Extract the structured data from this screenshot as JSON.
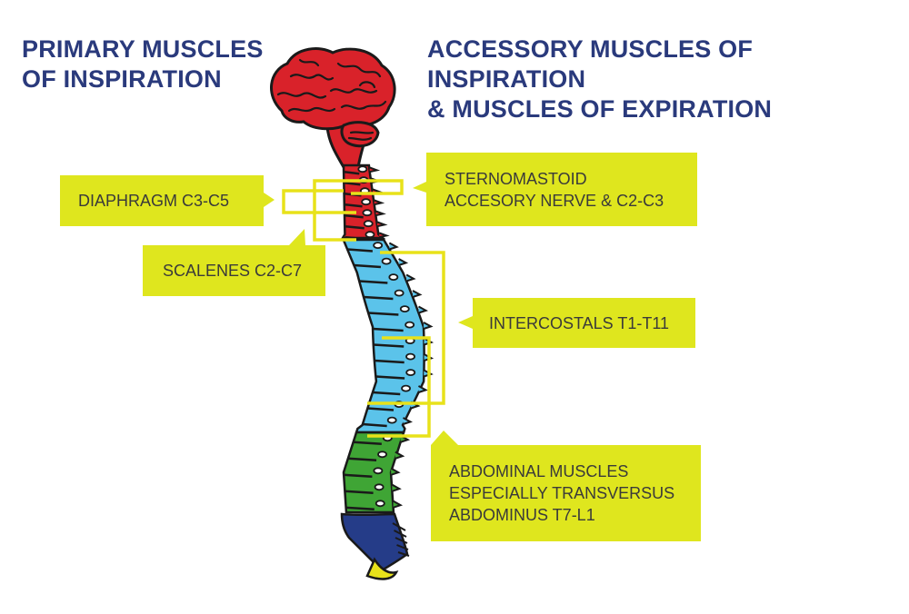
{
  "headings": {
    "primary": [
      "PRIMARY MUSCLES",
      "OF INSPIRATION"
    ],
    "accessory": [
      "ACCESSORY MUSCLES OF INSPIRATION",
      "& MUSCLES OF EXPIRATION"
    ]
  },
  "callouts": {
    "diaphragm": [
      "DIAPHRAGM C3-C5"
    ],
    "scalenes": [
      "SCALENES C2-C7"
    ],
    "sternomastoid": [
      "STERNOMASTOID",
      "ACCESORY NERVE & C2-C3"
    ],
    "intercostals": [
      "INTERCOSTALS T1-T11"
    ],
    "abdominal": [
      "ABDOMINAL MUSCLES",
      "ESPECIALLY TRANSVERSUS",
      "ABDOMINUS T7-L1"
    ]
  },
  "colors": {
    "heading": "#2a3a7c",
    "callout_fill": "#dfe61e",
    "callout_text": "#3a3a3a",
    "brain": "#d9222a",
    "cervical": "#d9222a",
    "thoracic": "#5bc3ea",
    "lumbar": "#3fa535",
    "sacrum": "#253c88",
    "coccyx": "#e8e21a",
    "outline": "#1a1a1a"
  }
}
